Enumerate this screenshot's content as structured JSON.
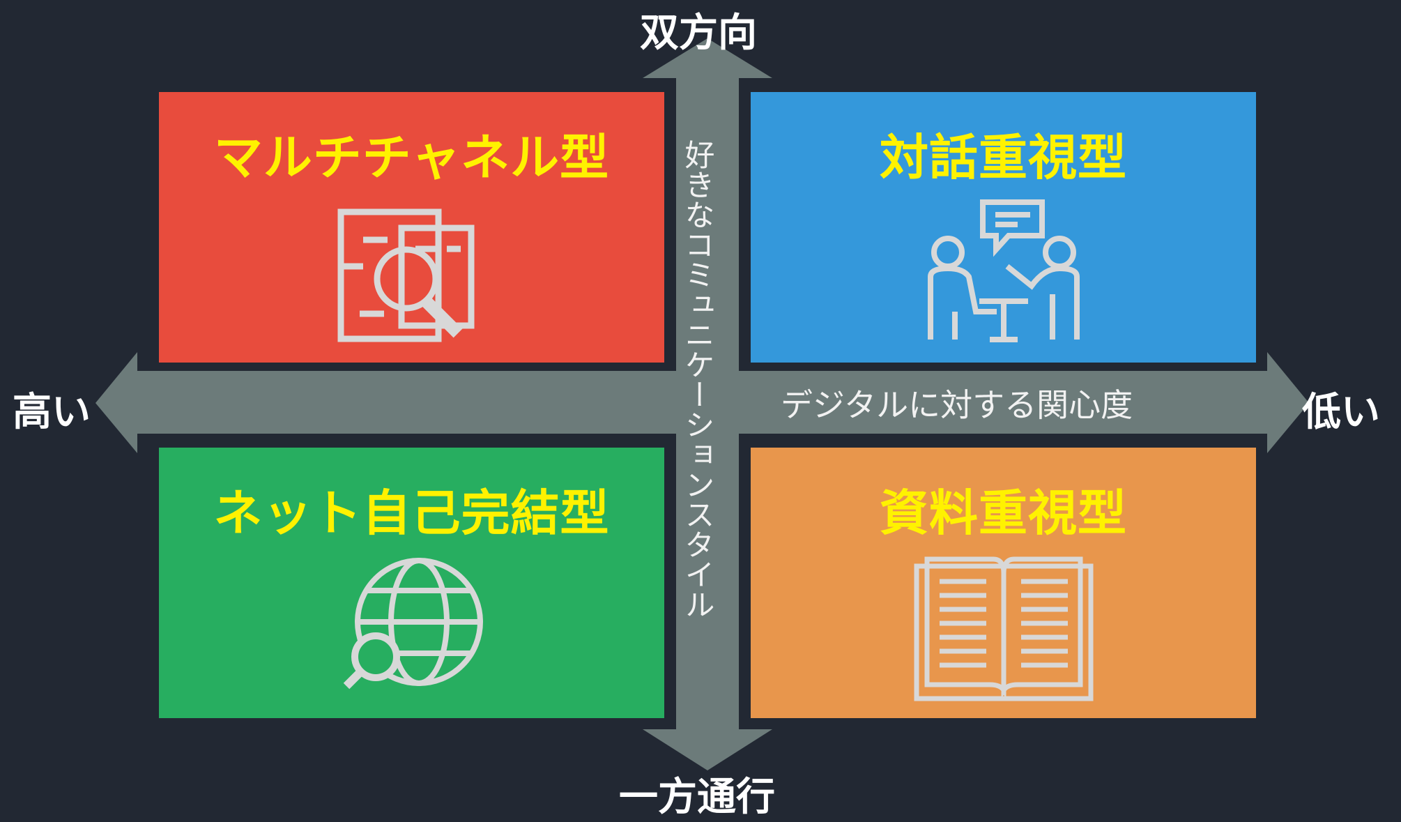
{
  "axes": {
    "top_label": "双方向",
    "bottom_label": "一方通行",
    "left_label": "高い",
    "right_label": "低い",
    "vertical_axis_name": "好きなコミュニケーションスタイル",
    "horizontal_axis_name": "デジタルに対する関心度",
    "arrow_color": "#6c7b7a"
  },
  "quadrants": {
    "top_left": {
      "title": "マルチチャネル型",
      "icon": "document-search-icon",
      "color": "#e84c3d"
    },
    "top_right": {
      "title": "対話重視型",
      "icon": "meeting-conversation-icon",
      "color": "#3498db"
    },
    "bottom_left": {
      "title": "ネット自己完結型",
      "icon": "globe-search-icon",
      "color": "#27ae60"
    },
    "bottom_right": {
      "title": "資料重視型",
      "icon": "open-book-icon",
      "color": "#e8964c"
    }
  },
  "title_color": "#fff200",
  "icon_color": "#d8d8d8"
}
